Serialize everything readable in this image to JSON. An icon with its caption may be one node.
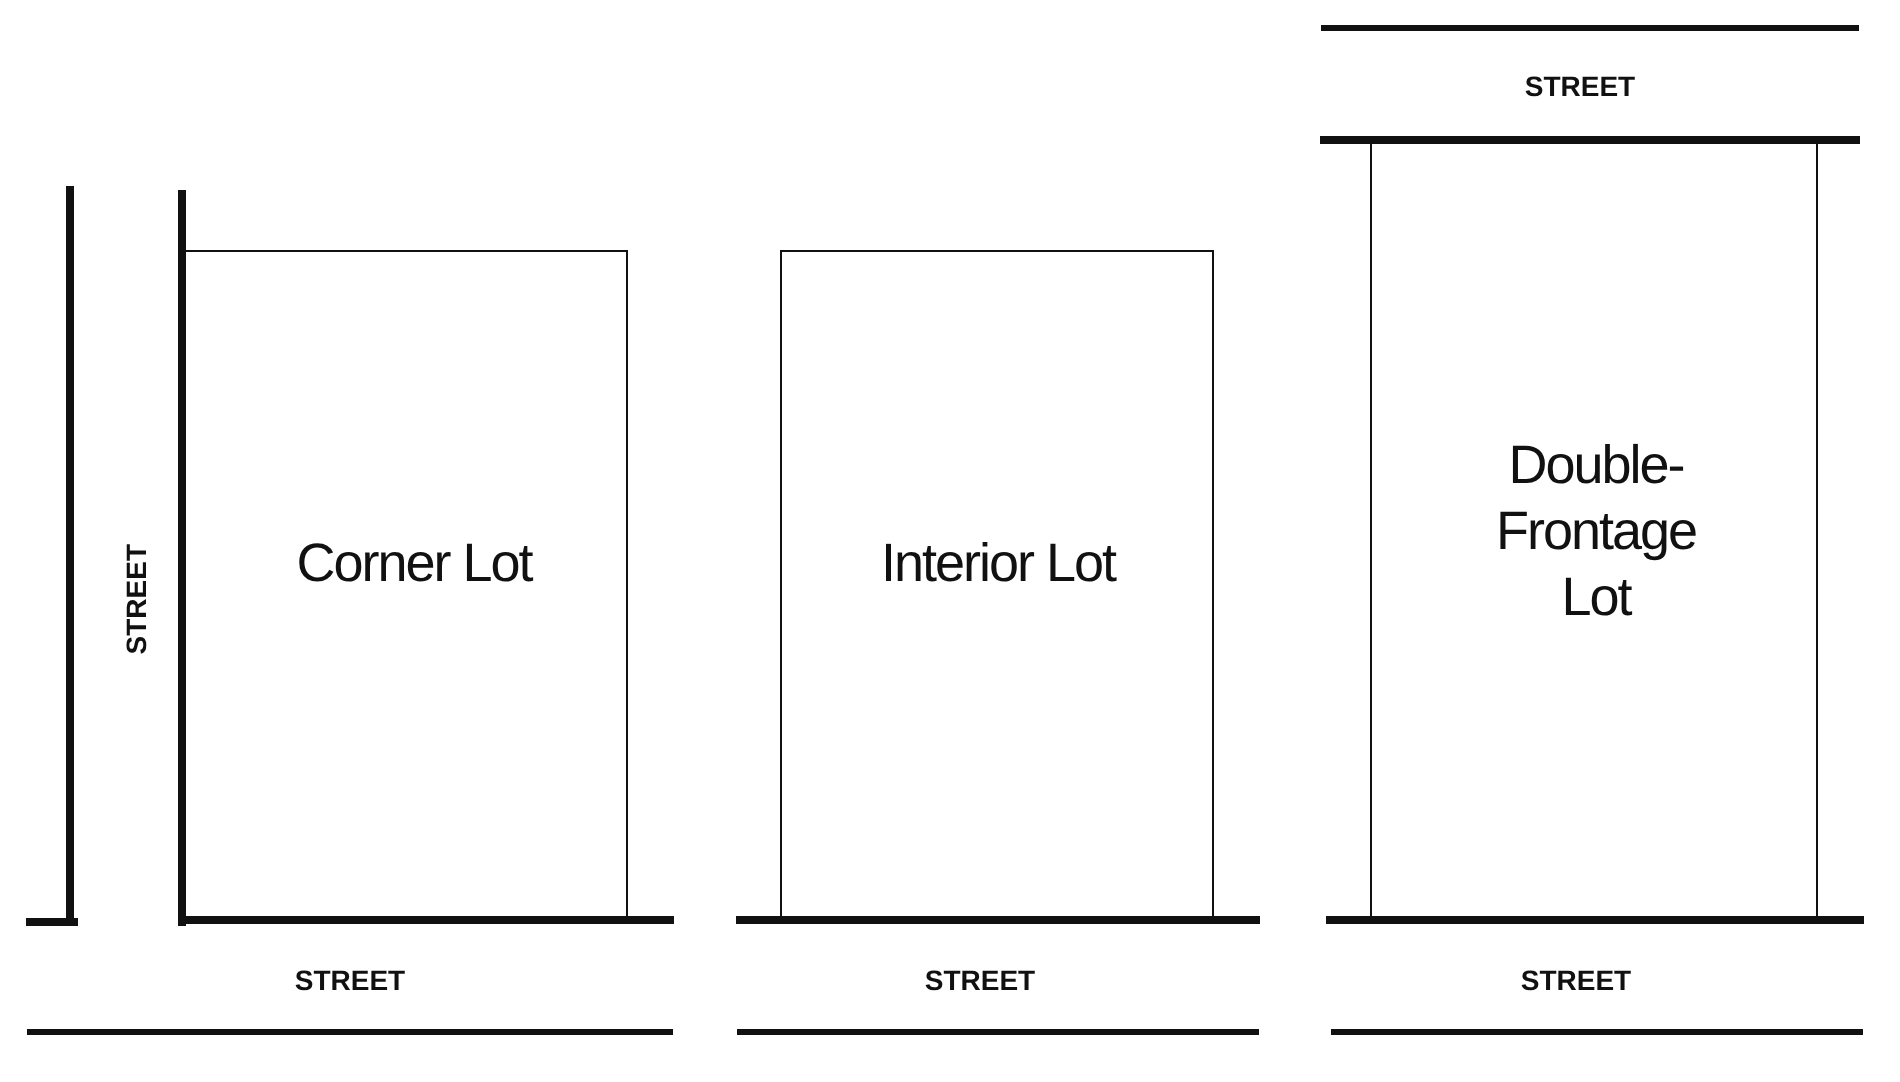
{
  "diagram": {
    "nodes": [
      {
        "text": [
          "Corner Lot"
        ]
      },
      {
        "text": [
          "Interior Lot"
        ]
      },
      {
        "text": [
          "Double-Frontage Lot"
        ]
      }
    ],
    "labels": [
      "STREET",
      "STREET",
      "STREET",
      "STREET",
      "STREET"
    ]
  }
}
